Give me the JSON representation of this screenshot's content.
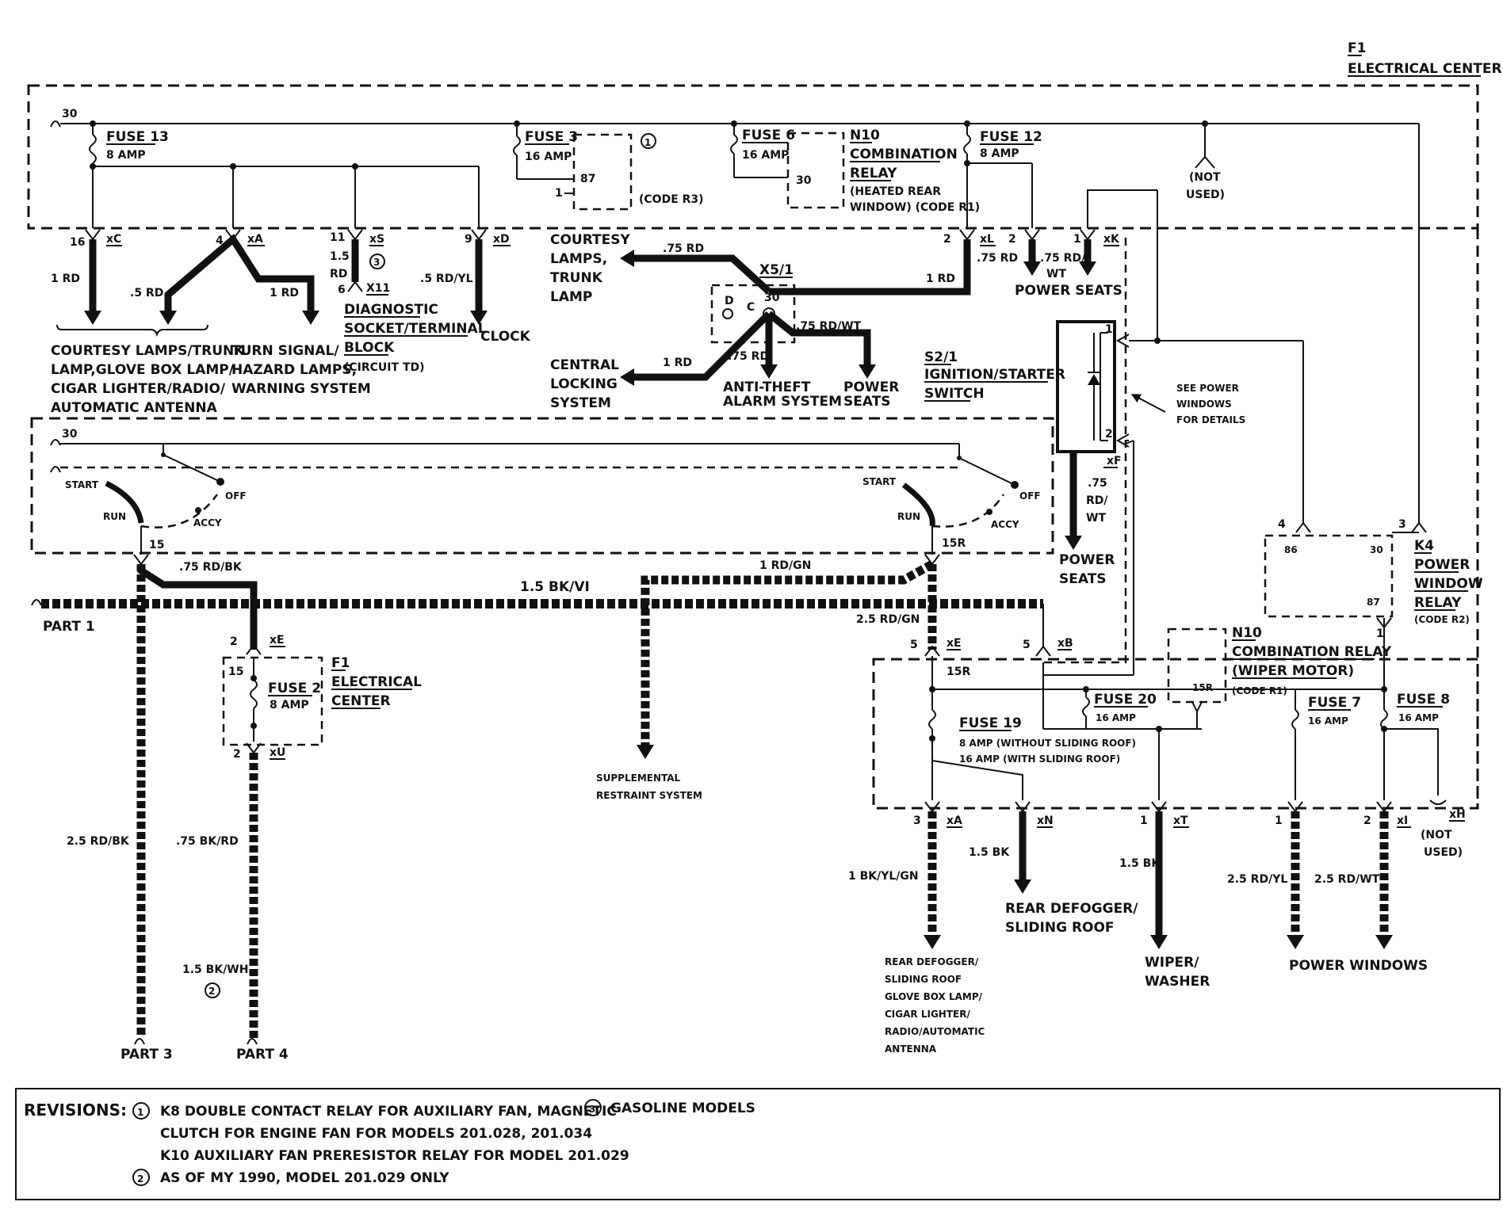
{
  "electrical_center": {
    "id": "F1",
    "label": "ELECTRICAL CENTER"
  },
  "fuses": {
    "fuse13": {
      "name": "FUSE 13",
      "rating": "8 AMP"
    },
    "fuse3": {
      "name": "FUSE 3",
      "rating": "16 AMP"
    },
    "fuse6": {
      "name": "FUSE 6",
      "rating": "16 AMP"
    },
    "fuse12": {
      "name": "FUSE 12",
      "rating": "8 AMP"
    },
    "fuse2": {
      "name": "FUSE 2",
      "rating": "8 AMP"
    },
    "fuse19": {
      "name": "FUSE 19",
      "rating_a": "8 AMP (WITHOUT SLIDING ROOF)",
      "rating_b": "16 AMP (WITH SLIDING ROOF)"
    },
    "fuse20": {
      "name": "FUSE 20",
      "rating": "16 AMP"
    },
    "fuse7": {
      "name": "FUSE 7",
      "rating": "16 AMP"
    },
    "fuse8": {
      "name": "FUSE 8",
      "rating": "16 AMP"
    }
  },
  "relays": {
    "n10_top": {
      "id": "N10",
      "line1": "COMBINATION",
      "line2": "RELAY",
      "line3": "(HEATED REAR",
      "line4": "WINDOW) (CODE R1)",
      "pin": "30"
    },
    "code_r3": {
      "label": "(CODE R3)",
      "pin": "87"
    },
    "k4": {
      "id": "K4",
      "line1": "POWER",
      "line2": "WINDOW",
      "line3": "RELAY",
      "code": "(CODE R2)",
      "pin86": "86",
      "pin30": "30",
      "pin87": "87"
    },
    "n10_wiper": {
      "id": "N10",
      "line1": "COMBINATION RELAY",
      "line2": "(WIPER MOTOR)",
      "code": "(CODE R1)",
      "pin": "15R"
    }
  },
  "connectors": {
    "xC": "xC",
    "xA": "xA",
    "xS": "xS",
    "xD": "xD",
    "xL": "xL",
    "xK": "xK",
    "xF": "xF",
    "xE": "xE",
    "xU": "xU",
    "xB": "xB",
    "xN": "xN",
    "xT": "xT",
    "xI": "xI",
    "xH": "xH",
    "x51": "X5/1",
    "x11": "X11"
  },
  "pins": {
    "p30": "30",
    "p16": "16",
    "p4": "4",
    "p11": "11",
    "p6": "6",
    "p9": "9",
    "p2": "2",
    "p1": "1",
    "p15": "15",
    "p15R": "15R",
    "p5": "5",
    "p3": "3",
    "p4b": "4",
    "p3b": "3",
    "p1b": "1"
  },
  "wires": {
    "w1rd_a": "1 RD",
    "w5rd": ".5 RD",
    "w1rd_b": "1 RD",
    "w15rd": "1.5",
    "w15rd2": "RD",
    "w5rdyl": ".5 RD/YL",
    "w75rd_a": ".75 RD",
    "w1rd_c": "1 RD",
    "w75rd_b": ".75 RD",
    "w75rdwt_a": ".75 RD/",
    "w75rdwt_a2": "WT",
    "w75rdwt_b": ".75 RD/WT",
    "w1rd_d": "1 RD",
    "w75rd_c": ".75 RD",
    "w75rdwt_c": ".75",
    "w75rdwt_c2": "RD/",
    "w75rdwt_c3": "WT",
    "w75rdbk": ".75 RD/BK",
    "w15bkvi": "1.5 BK/VI",
    "w1rdgn": "1 RD/GN",
    "w25rdgn": "2.5 RD/GN",
    "w25rdbk": "2.5 RD/BK",
    "w75bkrd": ".75 BK/RD",
    "w15bkwh": "1.5 BK/WH",
    "w1bkylgn": "1 BK/YL/GN",
    "w15bk_a": "1.5 BK",
    "w15bk_b": "1.5 BK",
    "w25rdyl": "2.5 RD/YL",
    "w25rdwt": "2.5 RD/WT"
  },
  "destinations": {
    "courtesy1": "COURTESY LAMPS/TRUNK",
    "courtesy2": "LAMP,GLOVE BOX LAMP/",
    "courtesy3": "CIGAR LIGHTER/RADIO/",
    "courtesy4": "AUTOMATIC ANTENNA",
    "turn1": "TURN SIGNAL/",
    "turn2": "HAZARD LAMPS,",
    "turn3": "WARNING SYSTEM",
    "diag1": "DIAGNOSTIC",
    "diag2": "SOCKET/TERMINAL",
    "diag3": "BLOCK",
    "diag4": "(CIRCUIT TD)",
    "clock": "CLOCK",
    "ctl1": "COURTESY",
    "ctl2": "LAMPS,",
    "ctl3": "TRUNK",
    "ctl4": "LAMP",
    "cls1": "CENTRAL",
    "cls2": "LOCKING",
    "cls3": "SYSTEM",
    "ata1": "ANTI-THEFT",
    "ata2": "ALARM SYSTEM",
    "ps_a1": "POWER",
    "ps_a2": "SEATS",
    "ps_b": "POWER SEATS",
    "ps_c1": "POWER",
    "ps_c2": "SEATS",
    "not_used1": "(NOT",
    "not_used2": "USED)",
    "not_used3": "(NOT",
    "not_used4": "USED)",
    "spw1": "SEE POWER",
    "spw2": "WINDOWS",
    "spw3": "FOR DETAILS",
    "srs1": "SUPPLEMENTAL",
    "srs2": "RESTRAINT SYSTEM",
    "rdsr1": "REAR DEFOGGER/",
    "rdsr2": "SLIDING ROOF",
    "rd1": "REAR DEFOGGER/",
    "rd2": "SLIDING ROOF",
    "rd3": "GLOVE BOX LAMP/",
    "rd4": "CIGAR LIGHTER/",
    "rd5": "RADIO/AUTOMATIC",
    "rd6": "ANTENNA",
    "ww1": "WIPER/",
    "ww2": "WASHER",
    "pw": "POWER WINDOWS",
    "part1": "PART 1",
    "part3": "PART 3",
    "part4": "PART 4"
  },
  "ignition": {
    "id": "S2/1",
    "line1": "IGNITION/STARTER",
    "line2": "SWITCH",
    "start": "START",
    "run": "RUN",
    "accy": "ACCY",
    "off": "OFF",
    "t30": "30"
  },
  "x51_pins": {
    "d": "D",
    "c": "C",
    "p30": "30"
  },
  "f1_lower": {
    "id": "F1",
    "line1": "ELECTRICAL",
    "line2": "CENTER",
    "pin15": "15"
  },
  "markers": {
    "m1": "1",
    "m2": "2",
    "m3": "3"
  },
  "revisions": {
    "heading": "REVISIONS:",
    "r1a": "K8 DOUBLE CONTACT RELAY FOR AUXILIARY FAN, MAGNETIC",
    "r1b": "CLUTCH FOR ENGINE FAN FOR MODELS 201.028, 201.034",
    "r1c": "K10 AUXILIARY FAN PRERESISTOR RELAY FOR MODEL 201.029",
    "r2": "AS OF MY 1990, MODEL 201.029 ONLY",
    "r3": "GASOLINE MODELS"
  }
}
